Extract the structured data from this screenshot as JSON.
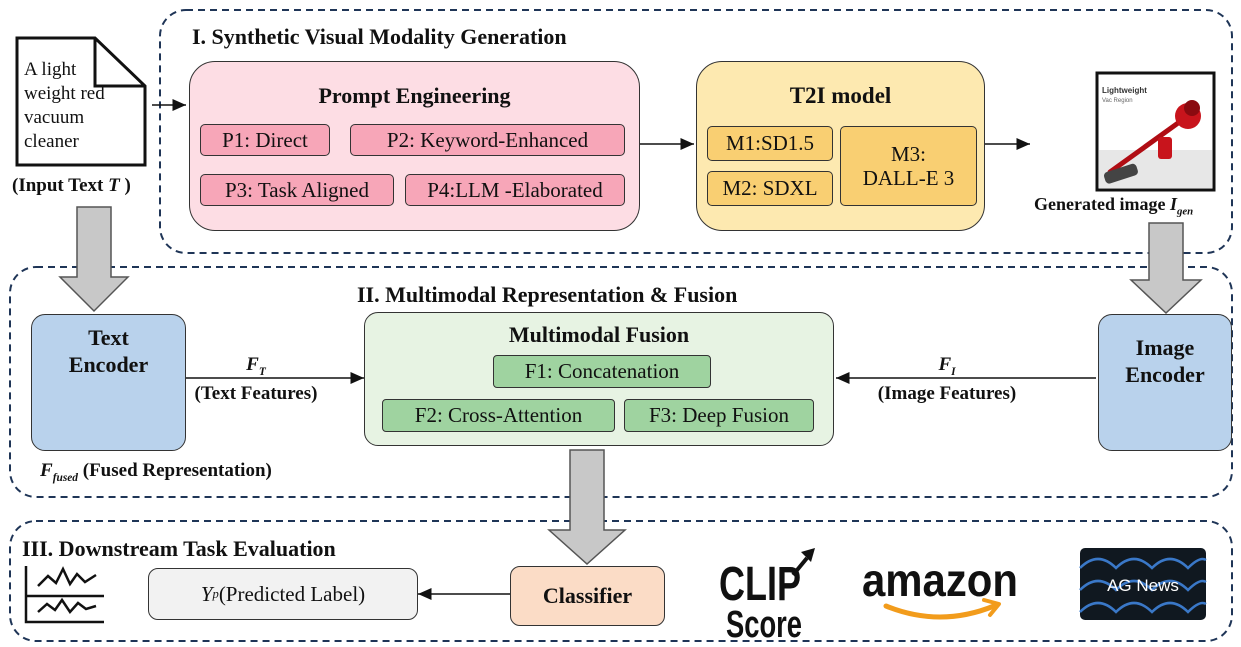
{
  "sections": {
    "s1": "I. Synthetic Visual Modality Generation",
    "s2": "II. Multimodal Representation & Fusion",
    "s3": "III. Downstream Task Evaluation"
  },
  "input": {
    "doc_lines": [
      "A light",
      "weight red",
      "vacuum",
      "cleaner"
    ],
    "label_prefix": "(Input Text ",
    "label_symbol": "T",
    "label_suffix": " )"
  },
  "prompt_engineering": {
    "title": "Prompt Engineering",
    "p1": "P1: Direct",
    "p2": "P2: Keyword-Enhanced",
    "p3": "P3: Task Aligned",
    "p4": "P4:LLM -Elaborated"
  },
  "t2i": {
    "title": "T2I model",
    "m1": "M1:SD1.5",
    "m2": "M2: SDXL",
    "m3_line1": "M3:",
    "m3_line2": "DALL-E 3"
  },
  "generated": {
    "label_prefix": "Generated image ",
    "symbol": "I",
    "sub": "gen",
    "img_text_1": "Lightweight",
    "img_text_2": "Vac Region"
  },
  "encoders": {
    "text_line1": "Text",
    "text_line2": "Encoder",
    "image_line1": "Image",
    "image_line2": "Encoder"
  },
  "features": {
    "ft_symbol": "F",
    "ft_sub": "T",
    "ft_label": "(Text Features)",
    "fi_symbol": "F",
    "fi_sub": "I",
    "fi_label": "(Image Features)",
    "fused_symbol": "F",
    "fused_sub": "fused",
    "fused_label": " (Fused Representation)"
  },
  "fusion": {
    "title": "Multimodal Fusion",
    "f1": "F1: Concatenation",
    "f2": "F2: Cross-Attention",
    "f3": "F3: Deep Fusion"
  },
  "downstream": {
    "predicted_symbol": "Y",
    "predicted_sub": "p",
    "predicted_label": " (Predicted Label)",
    "classifier": "Classifier",
    "clip_1": "CLIP",
    "clip_2": "Score",
    "amazon": "amazon",
    "agnews": "AG News"
  },
  "colors": {
    "pink_panel": "#fddde4",
    "pink_pill": "#f7a6b8",
    "yellow_panel": "#fde9b0",
    "yellow_pill": "#f9cf72",
    "blue_encoder": "#b9d2ec",
    "green_panel": "#e7f3e3",
    "green_pill": "#9fd3a0",
    "peach_classifier": "#fbdcc6",
    "gray_label": "#f2f2f2",
    "dash_border": "#1f3557",
    "big_arrow": "#c8c8c8",
    "amazon_smile": "#f29c1c"
  }
}
